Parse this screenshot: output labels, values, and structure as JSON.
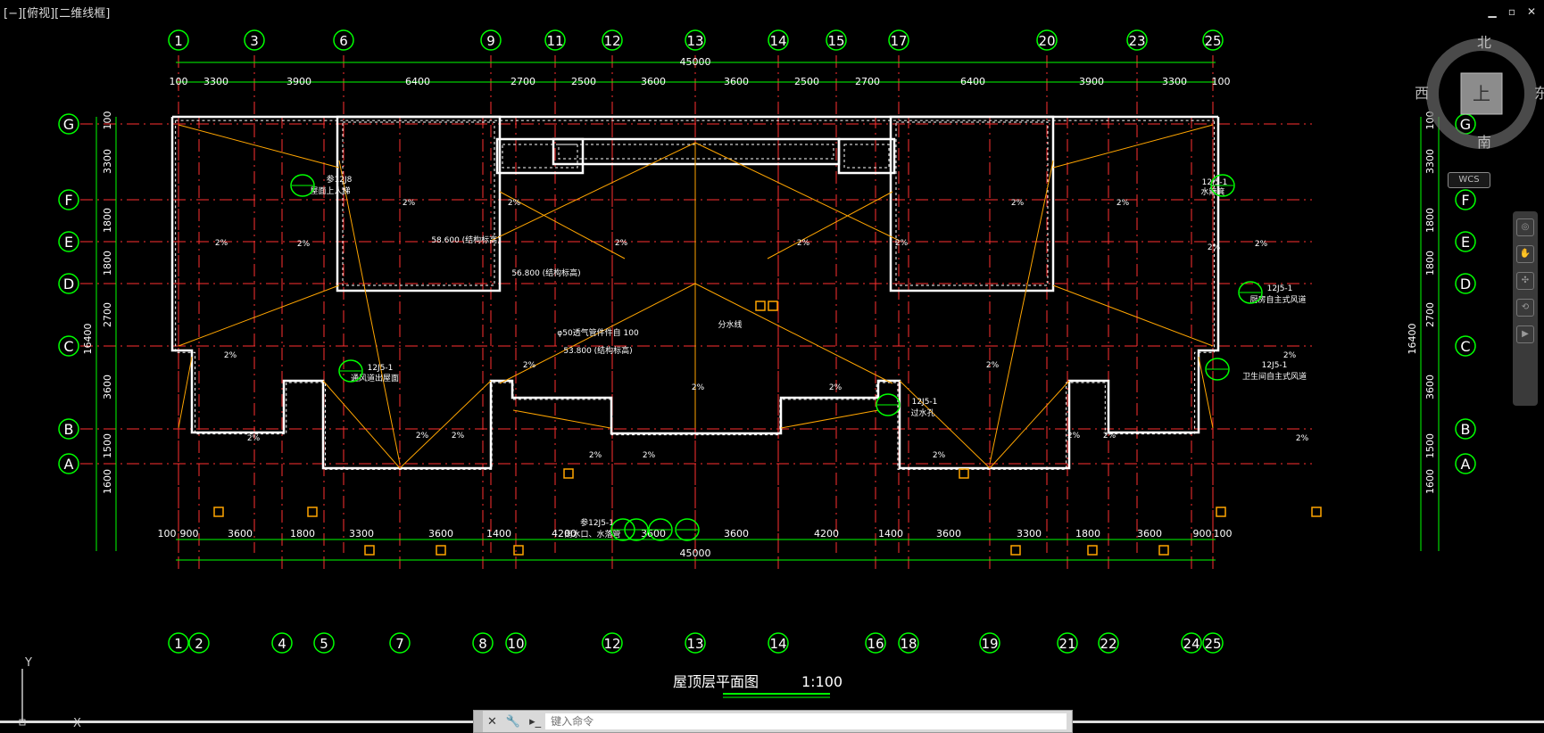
{
  "viewport_label": "[−][俯视][二维线框]",
  "window_controls": [
    "▁",
    "▫",
    "✕"
  ],
  "top_grid_labels": [
    "1",
    "3",
    "6",
    "9",
    "11",
    "12",
    "13",
    "14",
    "15",
    "17",
    "20",
    "23",
    "25"
  ],
  "bottom_grid_labels": [
    "1",
    "2",
    "4",
    "5",
    "7",
    "8",
    "10",
    "12",
    "13",
    "14",
    "16",
    "18",
    "19",
    "21",
    "22",
    "24",
    "25"
  ],
  "row_labels": [
    "G",
    "F",
    "E",
    "D",
    "C",
    "B",
    "A"
  ],
  "top_dims": [
    "100",
    "3300",
    "3900",
    "6400",
    "2700",
    "2500",
    "3600",
    "3600",
    "2500",
    "2700",
    "6400",
    "3900",
    "3300",
    "100"
  ],
  "top_total": "45000",
  "bottom_dims": [
    "100",
    "900",
    "3600",
    "1800",
    "3300",
    "3600",
    "1400",
    "4200",
    "3600",
    "3600",
    "4200",
    "1400",
    "3600",
    "3300",
    "1800",
    "3600",
    "900",
    "100"
  ],
  "bottom_total": "45000",
  "left_dims": [
    "100",
    "3300",
    "1800",
    "1800",
    "2700",
    "3600",
    "1500",
    "1600"
  ],
  "left_total": "16400",
  "right_dims": [
    "100",
    "3300",
    "1800",
    "1800",
    "2700",
    "3600",
    "1500",
    "1600"
  ],
  "right_total": "16400",
  "title": "屋顶层平面图",
  "scale": "1:100",
  "annotations": [
    {
      "t": "58.600 (结构标高)"
    },
    {
      "t": "56.800 (结构标高)"
    },
    {
      "t": "53.800 (结构标高)"
    },
    {
      "t": "φ50透气管件件自 100"
    },
    {
      "t": "参12J8"
    },
    {
      "t": "屋面上人梯"
    },
    {
      "t": "12J5-1"
    },
    {
      "t": "通风道出屋面"
    },
    {
      "t": "分水线"
    },
    {
      "t": "12J5-1"
    },
    {
      "t": "过水孔"
    },
    {
      "t": "参12J5-1"
    },
    {
      "t": "雨水口、水落管"
    },
    {
      "t": "12J5-1"
    },
    {
      "t": "水簸箕"
    },
    {
      "t": "12J5-1"
    },
    {
      "t": "厨房自主式风道"
    },
    {
      "t": "12J5-1"
    },
    {
      "t": "卫生间自主式风道"
    }
  ],
  "slope_label": "2%",
  "viewcube": {
    "north": "北",
    "south": "南",
    "east": "东",
    "west": "西",
    "face": "上"
  },
  "wcs_label": "WCS",
  "ucs": {
    "x": "X",
    "y": "Y"
  },
  "command": {
    "placeholder": "键入命令"
  },
  "colors": {
    "green": "#00ff00",
    "red": "#ff3030",
    "orange": "#ffa500",
    "white": "#ffffff",
    "cyan": "#00ffff",
    "magenta": "#ff40ff"
  }
}
